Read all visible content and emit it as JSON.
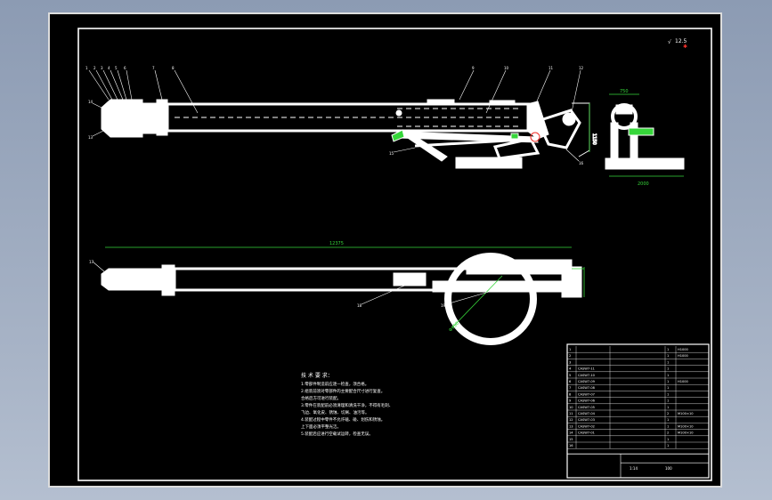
{
  "sheet": {
    "scale_mark": "12.5",
    "dimensions": {
      "top_height": "1150",
      "side_top_width": "750",
      "side_base_width": "2000",
      "overall_length": "12375",
      "circle_dia": "Φ950"
    },
    "callouts_top": [
      "1",
      "2",
      "3",
      "4",
      "5",
      "6",
      "7",
      "8",
      "9",
      "10",
      "11",
      "12",
      "13",
      "14",
      "15",
      "16"
    ],
    "callouts_plan": [
      "17",
      "18",
      "19",
      "20"
    ]
  },
  "notes": {
    "title": "技 术 要 求：",
    "lines": [
      "1.零部件制造前应逐一检查，须合格。",
      "2.组装前须对零部件的主要配合尺寸进行复查。",
      "  合格后方可进行装配。",
      "3.零件在装配前必须清理和清洗干净，不得有毛刺、",
      "  飞边、氧化皮、锈蚀、切屑、油污等。",
      "4.装配过程中零件不允许磕、碰、划伤和锈蚀。",
      "  上下面必须平整光洁。",
      "5.装配后应进行空载试运转，检查无误。"
    ]
  },
  "title_block": {
    "rows": [
      {
        "no": "1",
        "code": "",
        "name": "",
        "qty": "1",
        "note": "H1000"
      },
      {
        "no": "2",
        "code": "",
        "name": "",
        "qty": "1",
        "note": "H1000"
      },
      {
        "no": "3",
        "code": "",
        "name": "",
        "qty": "1",
        "note": ""
      },
      {
        "no": "4",
        "code": "CASW7-11",
        "name": "",
        "qty": "1",
        "note": ""
      },
      {
        "no": "5",
        "code": "CASW7-10",
        "name": "",
        "qty": "1",
        "note": ""
      },
      {
        "no": "6",
        "code": "CASW7-09",
        "name": "",
        "qty": "1",
        "note": "H1000"
      },
      {
        "no": "7",
        "code": "CASW7-08",
        "name": "",
        "qty": "1",
        "note": ""
      },
      {
        "no": "8",
        "code": "CASW7-07",
        "name": "",
        "qty": "1",
        "note": ""
      },
      {
        "no": "9",
        "code": "CASW7-06",
        "name": "",
        "qty": "1",
        "note": ""
      },
      {
        "no": "10",
        "code": "CASW7-05",
        "name": "",
        "qty": "1",
        "note": ""
      },
      {
        "no": "11",
        "code": "CASW7-04",
        "name": "",
        "qty": "2",
        "note": "M100×10"
      },
      {
        "no": "12",
        "code": "CASW7-03",
        "name": "",
        "qty": "1",
        "note": ""
      },
      {
        "no": "13",
        "code": "CASW7-02",
        "name": "",
        "qty": "1",
        "note": "M100×10"
      },
      {
        "no": "14",
        "code": "CASW7-01",
        "name": "",
        "qty": "2",
        "note": "M100×10"
      },
      {
        "no": "15",
        "code": "",
        "name": "",
        "qty": "1",
        "note": ""
      },
      {
        "no": "16",
        "code": "",
        "name": "",
        "qty": "1",
        "note": ""
      }
    ],
    "drawing_title": "",
    "scale": "1:14",
    "mark": "100"
  }
}
